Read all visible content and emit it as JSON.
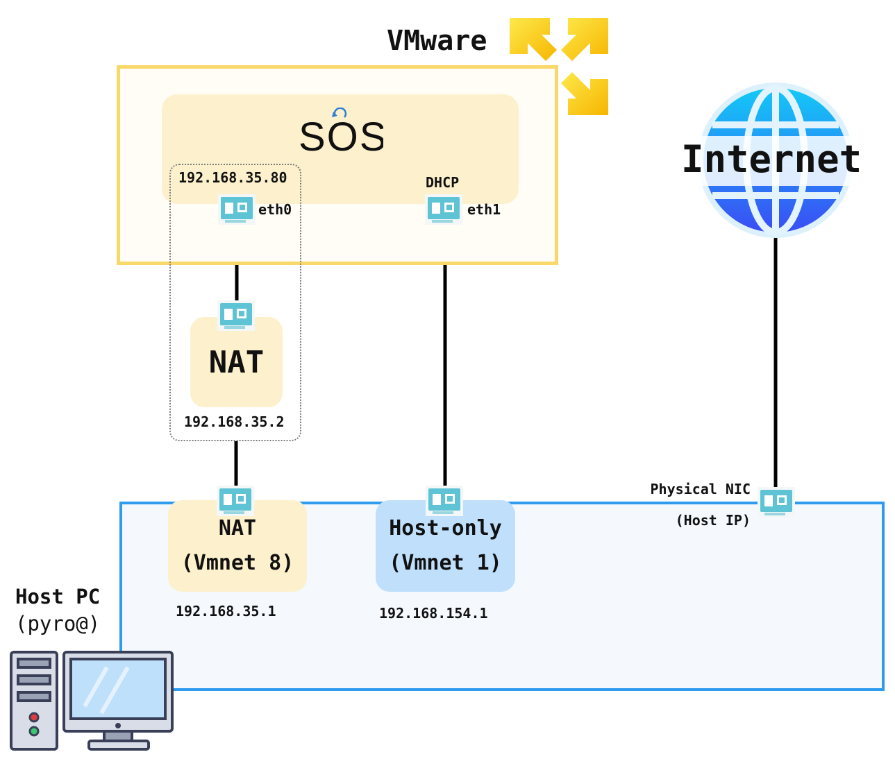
{
  "vmware": {
    "title": "VMware",
    "logo_icon": "vmware-logo-icon",
    "accent": "#f9c713"
  },
  "vm": {
    "name_logo_text": "SOS",
    "eth0": {
      "label": "eth0",
      "ip": "192.168.35.80"
    },
    "eth1": {
      "label": "eth1",
      "mode": "DHCP"
    }
  },
  "nat_router": {
    "label": "NAT",
    "ip": "192.168.35.2"
  },
  "host": {
    "title": "Host PC",
    "user": "(pyro@)",
    "nat_adapter": {
      "line1": "NAT",
      "line2": "(Vmnet 8)",
      "ip": "192.168.35.1"
    },
    "hostonly_adapter": {
      "line1": "Host-only",
      "line2": "(Vmnet 1)",
      "ip": "192.168.154.1"
    },
    "physical_nic": {
      "line1": "Physical NIC",
      "line2": "(Host IP)"
    },
    "border_color": "#2e9bef"
  },
  "internet": {
    "label": "Internet",
    "icon": "globe-icon"
  },
  "icons": [
    "network-card-icon",
    "computer-icon",
    "globe-icon",
    "vmware-logo-icon"
  ]
}
